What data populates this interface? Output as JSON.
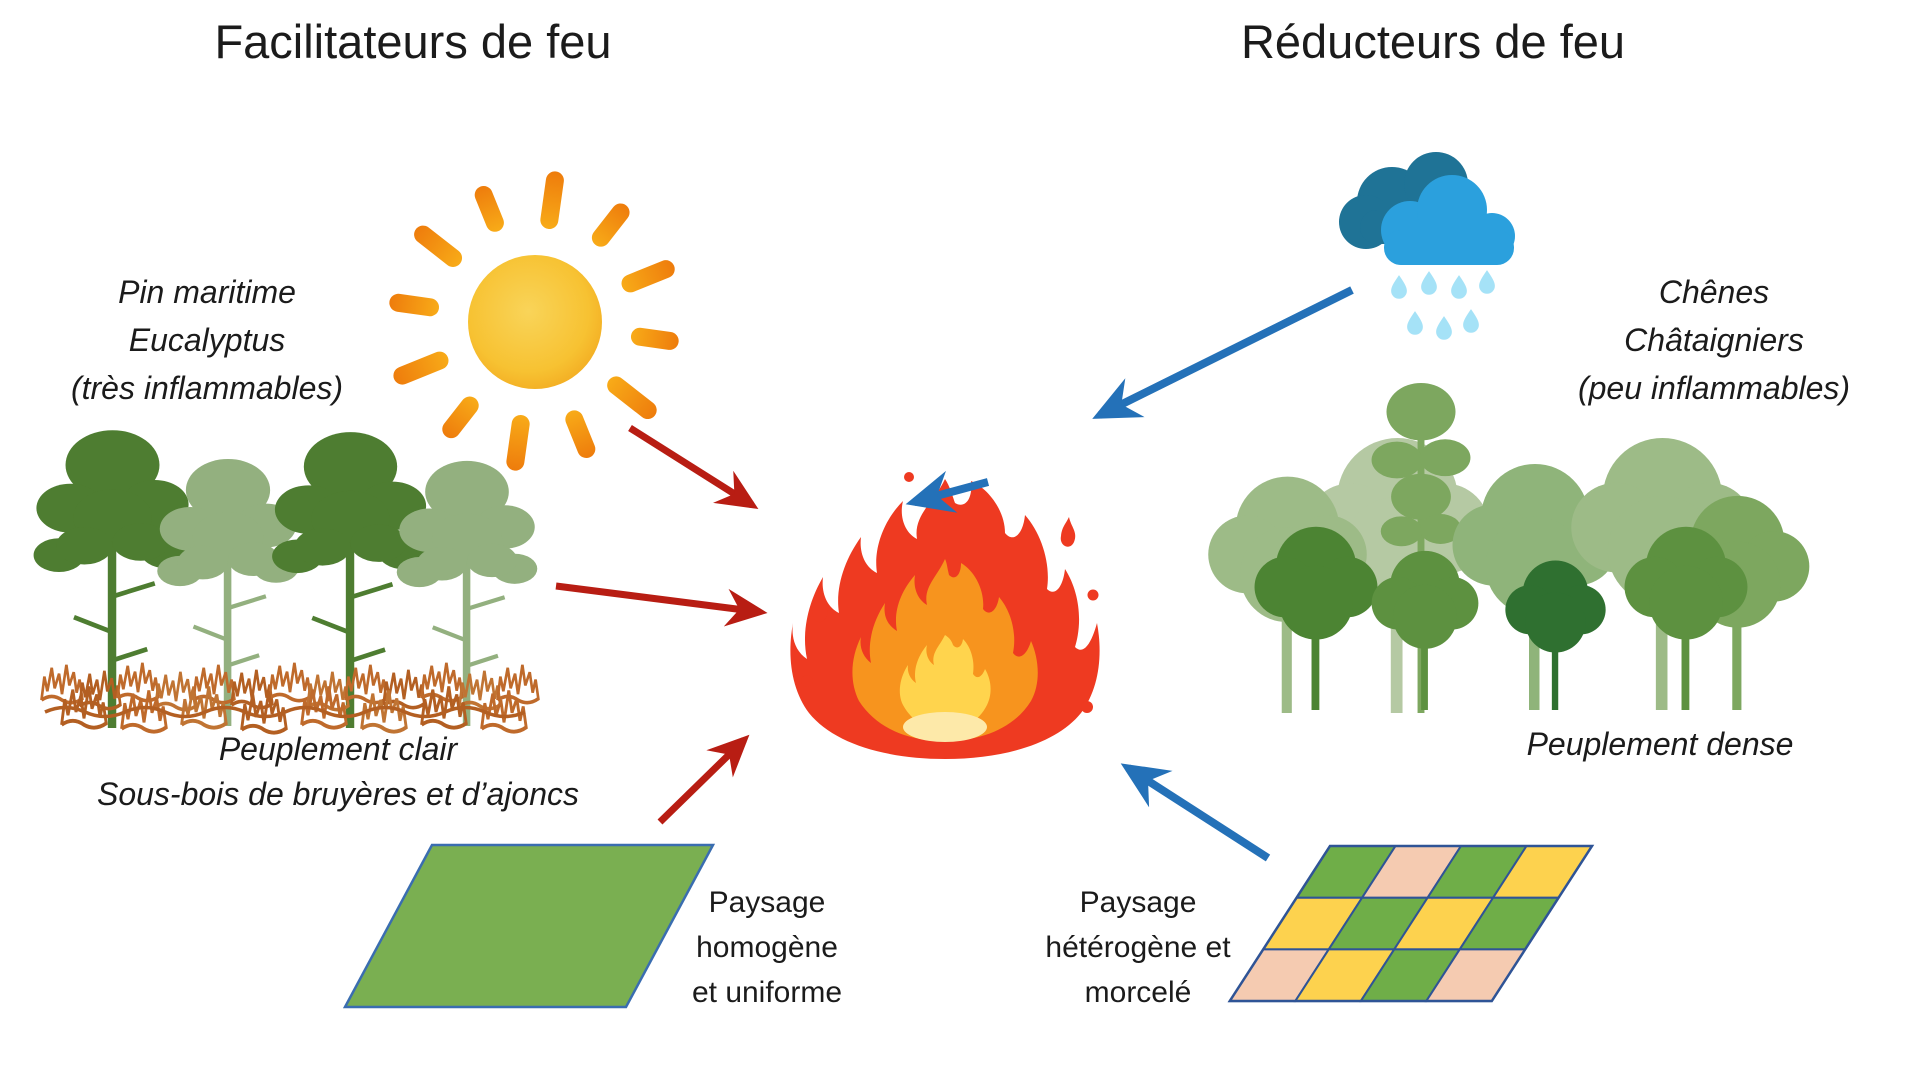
{
  "titles": {
    "left": "Facilitateurs de feu",
    "right": "Réducteurs de feu"
  },
  "left_column": {
    "species": [
      "Pin maritime",
      "Eucalyptus",
      "(très inflammables)"
    ],
    "stand": [
      "Peuplement clair",
      "Sous-bois de bruyères et d’ajoncs"
    ],
    "landscape": [
      "Paysage",
      "homogène",
      "et uniforme"
    ]
  },
  "right_column": {
    "species": [
      "Chênes",
      "Châtaigniers",
      "(peu inflammables)"
    ],
    "stand": "Peuplement dense",
    "landscape": [
      "Paysage",
      "hétérogène et",
      "morcelé"
    ]
  },
  "icons": {
    "sun": "sun-icon",
    "rain_cloud": "rain-cloud-icon",
    "fire": "fire-icon"
  },
  "colors": {
    "facilitator_arrow": "#b81d13",
    "reducer_arrow": "#2471b8",
    "pine_dark_green": "#4e7d31",
    "pine_sage_green": "#93b07f",
    "underbrush_rust": "#bf6a2b",
    "homogeneous_field_green": "#7aaf51",
    "field_border_blue": "#3a6db0",
    "fire_outer": "#ee3a21",
    "fire_mid": "#f7941e",
    "fire_inner": "#ffd44d",
    "cloud_dark": "#1f7396",
    "cloud_light": "#2ba0dd",
    "rain_drop": "#a5e2f7"
  },
  "patchwork": {
    "rows": [
      [
        "green",
        "peach",
        "green",
        "yellow"
      ],
      [
        "yellow",
        "green",
        "yellow",
        "green"
      ],
      [
        "peach",
        "yellow",
        "green",
        "peach"
      ]
    ],
    "palette": {
      "green": "#6fae48",
      "yellow": "#fdd24e",
      "peach": "#f5cbb1"
    },
    "border": "#2f5496"
  }
}
